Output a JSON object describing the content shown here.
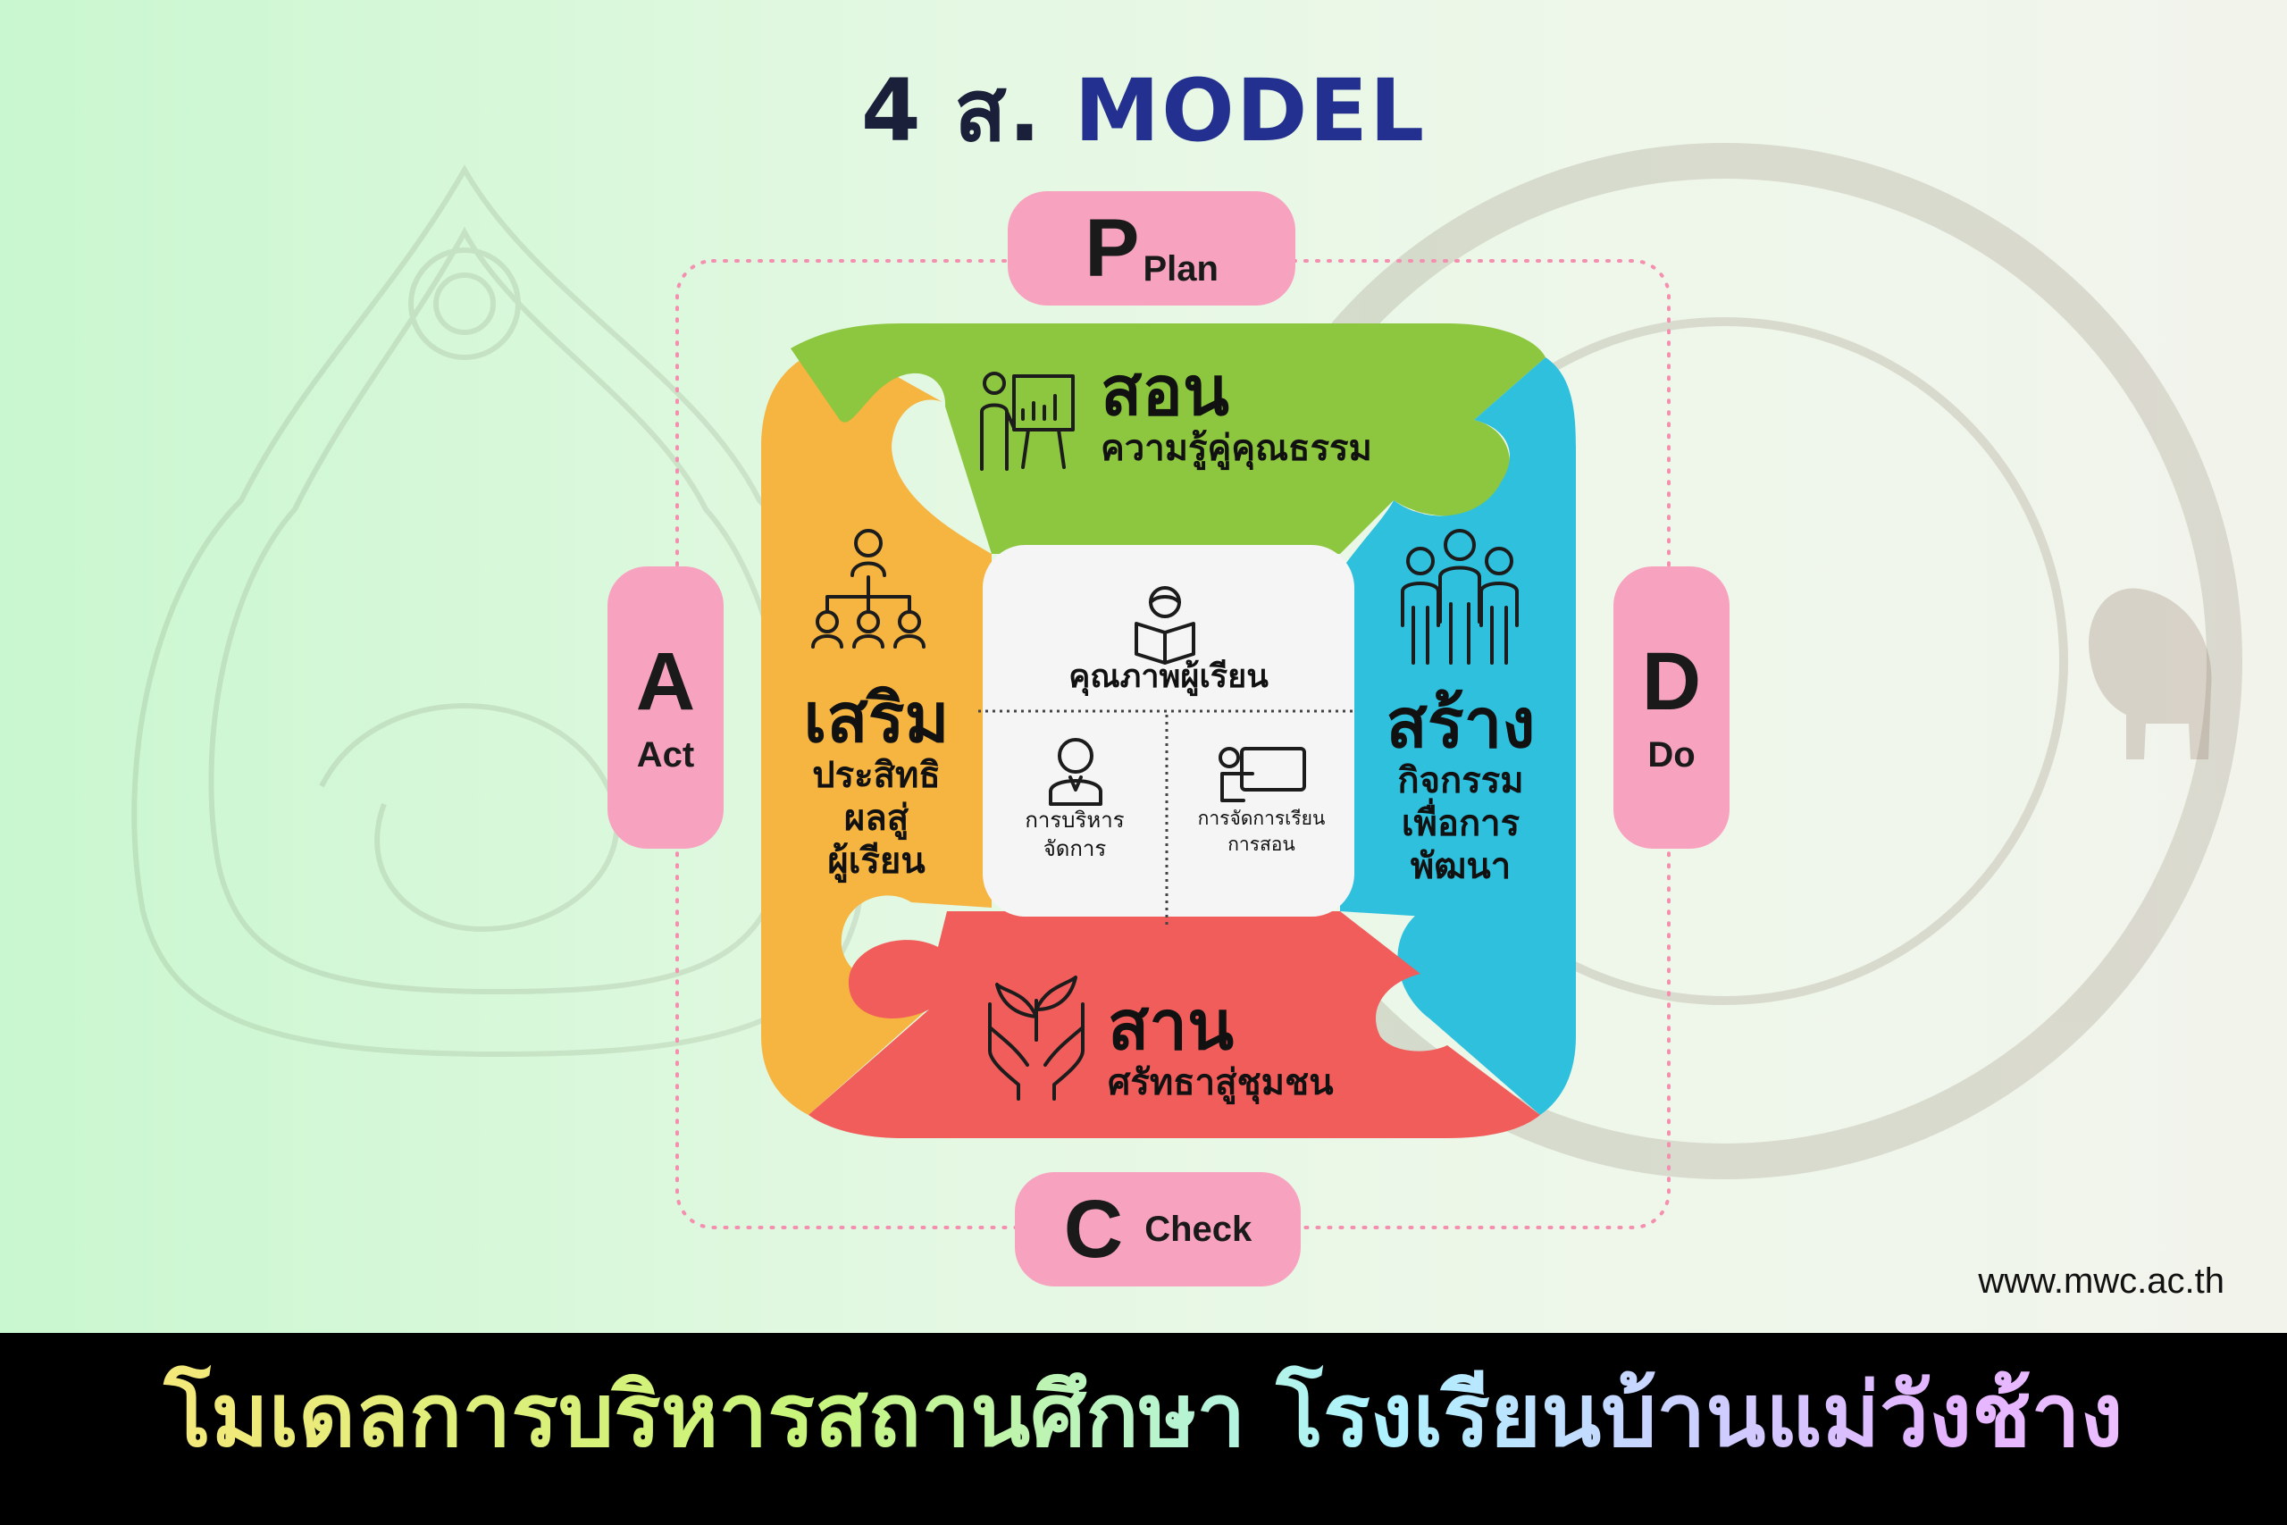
{
  "title": {
    "prefix": "4 ส.",
    "suffix": "MODEL"
  },
  "pdca": {
    "plan": {
      "letter": "P",
      "word": "Plan"
    },
    "do": {
      "letter": "D",
      "word": "Do"
    },
    "check": {
      "letter": "C",
      "word": "Check"
    },
    "act": {
      "letter": "A",
      "word": "Act"
    }
  },
  "quadrants": {
    "top": {
      "title": "สอน",
      "subtitle": "ความรู้คู่คุณธรรม",
      "color": "#8dc63f",
      "icon": "teacher-presentation-icon"
    },
    "right": {
      "title": "สร้าง",
      "lines": [
        "กิจกรรม",
        "เพื่อการ",
        "พัฒนา"
      ],
      "color": "#2fc0de",
      "icon": "team-people-icon"
    },
    "bottom": {
      "title": "สาน",
      "subtitle": "ศรัทธาสู่ชุมชน",
      "color": "#f05d5b",
      "icon": "hands-plant-icon"
    },
    "left": {
      "title": "เสริม",
      "lines": [
        "ประสิทธิ",
        "ผลสู่",
        "ผู้เรียน"
      ],
      "color": "#f6b441",
      "icon": "hierarchy-icon"
    }
  },
  "center": {
    "top_label": "คุณภาพผู้เรียน",
    "left_lines": [
      "การบริหาร",
      "จัดการ"
    ],
    "right_lines": [
      "การจัดการเรียน",
      "การสอน"
    ]
  },
  "url": "www.mwc.ac.th",
  "footer": {
    "text": "โมเดลการบริหารสถานศึกษา โรงเรียนบ้านแม่วังช้าง"
  }
}
